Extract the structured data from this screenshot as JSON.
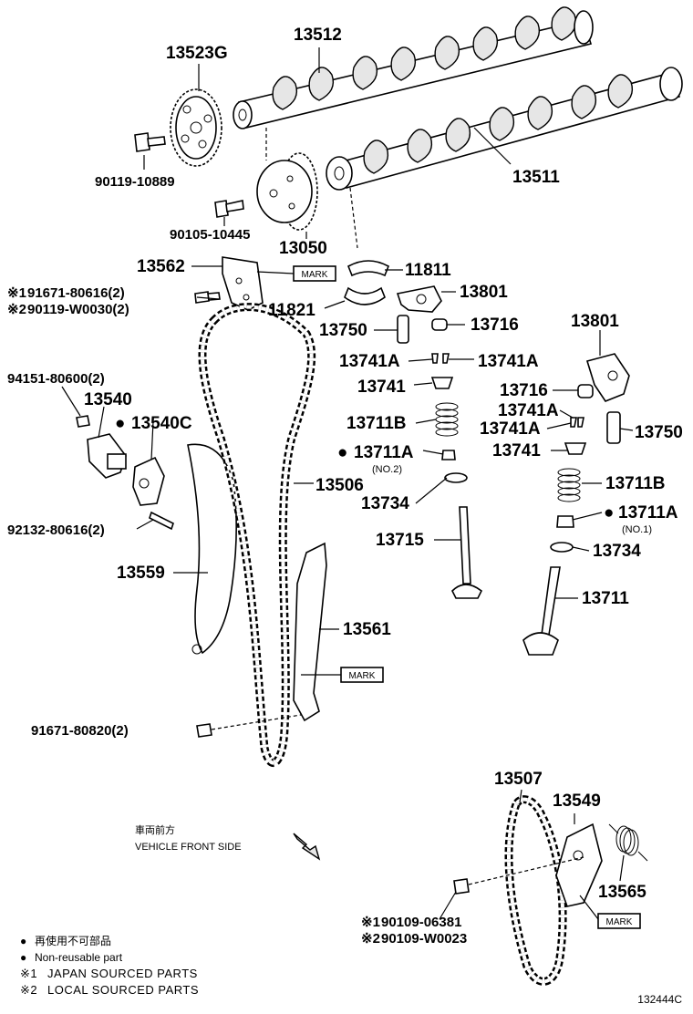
{
  "parts": {
    "p13512": "13512",
    "p13523G": "13523G",
    "p90119_10889": "90119-10889",
    "p13511": "13511",
    "p90105_10445": "90105-10445",
    "p13050": "13050",
    "p13562": "13562",
    "p11811": "11811",
    "p91671_80616": "91671-80616(2)",
    "p90119_W0030": "90119-W0030(2)",
    "p13801_a": "13801",
    "p11821": "11821",
    "p13750_a": "13750",
    "p13716_a": "13716",
    "p13801_b": "13801",
    "p94151": "94151-80600(2)",
    "p13741A_l": "13741A",
    "p13741A_r": "13741A",
    "p13540": "13540",
    "p13741_a": "13741",
    "p13716_b": "13716",
    "p13540C": "13540C",
    "p13741A_b1": "13741A",
    "p13711B_a": "13711B",
    "p13741A_b2": "13741A",
    "p13750_b": "13750",
    "p13711A_a": "13711A",
    "p13741_b": "13741",
    "p13506": "13506",
    "p13734_a": "13734",
    "p13711B_b": "13711B",
    "p92132": "92132-80616(2)",
    "p13711A_b": "13711A",
    "p13715": "13715",
    "p13734_b": "13734",
    "p13559": "13559",
    "p13711": "13711",
    "p13561": "13561",
    "p91671_80820": "91671-80820(2)",
    "p13507": "13507",
    "p13549": "13549",
    "p13565": "13565",
    "p90109_06381": "90109-06381",
    "p90109_W0023": "90109-W0023"
  },
  "notes": {
    "no2": "(NO.2)",
    "no1": "(NO.1)",
    "mark": "MARK"
  },
  "symbols": {
    "japan": "※1",
    "local": "※2",
    "nonreusable": "●"
  },
  "front": {
    "jp": "車両前方",
    "en": "VEHICLE FRONT SIDE"
  },
  "legend": {
    "jp_nonreusable": "再使用不可部品",
    "nonreusable": "Non-reusable part",
    "japan": "JAPAN SOURCED PARTS",
    "local": "LOCAL SOURCED PARTS"
  },
  "figure_id": "132444C"
}
